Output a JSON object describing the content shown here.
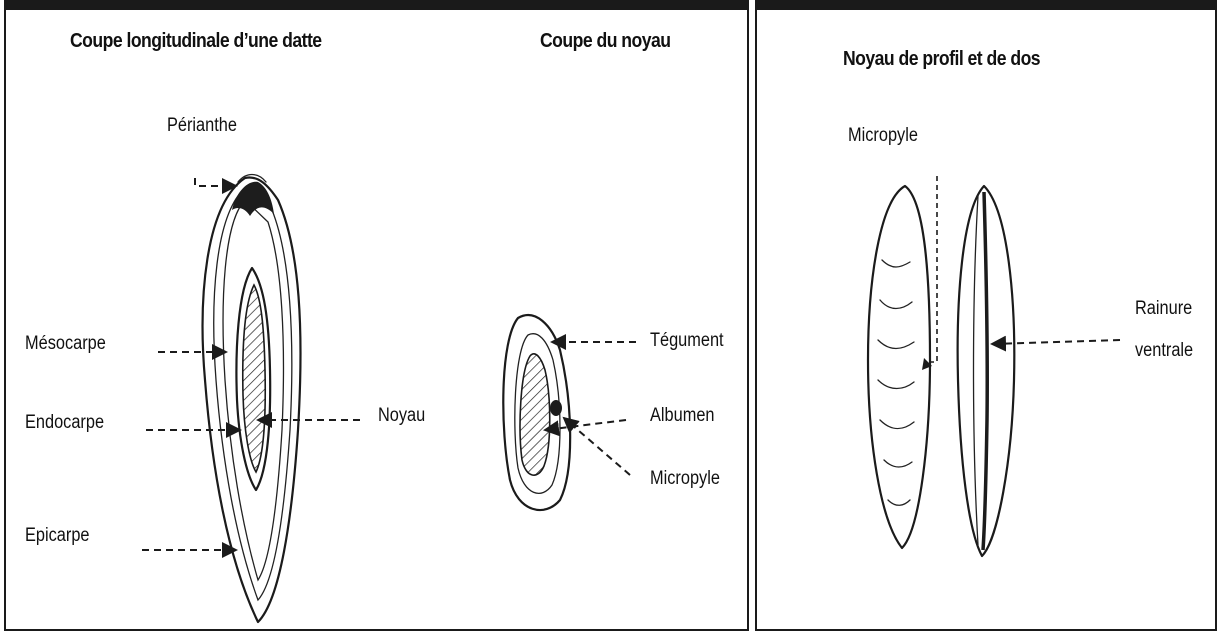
{
  "panels": {
    "left": {
      "title_datte": "Coupe longitudinale d’une datte",
      "title_noyau": "Coupe du noyau",
      "labels": {
        "perianthe": "Périanthe",
        "mesocarpe": "Mésocarpe",
        "endocarpe": "Endocarpe",
        "epicarpe": "Epicarpe",
        "noyau": "Noyau",
        "tegument": "Tégument",
        "albumen": "Albumen",
        "micropyle": "Micropyle"
      }
    },
    "right": {
      "title": "Noyau de profil et de dos",
      "labels": {
        "micropyle": "Micropyle",
        "rainure_line1": "Rainure",
        "rainure_line2": "ventrale"
      }
    }
  }
}
